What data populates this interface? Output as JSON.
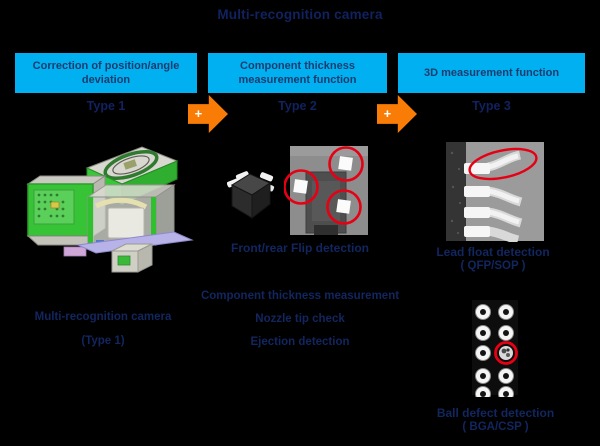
{
  "title": "Multi-recognition camera",
  "colors": {
    "background": "#000000",
    "header_box_fill": "#00b0f0",
    "header_box_text": "#1b3c6e",
    "navy_text": "#10225f",
    "arrow_orange": "#f97c06",
    "highlight_red": "#e60014"
  },
  "headers": {
    "col1": "Correction of position/angle deviation",
    "col2": "Component thickness measurement function",
    "col3": "3D measurement function"
  },
  "type_labels": {
    "col1": "Type 1",
    "col2": "Type 2",
    "col3": "Type 3"
  },
  "arrow_plus": "+",
  "col1": {
    "caption_line1": "Multi-recognition camera",
    "caption_line2": "(Type 1)"
  },
  "col2": {
    "image_caption": "Front/rear Flip detection",
    "features": [
      "Component thickness measurement",
      "Nozzle tip check",
      "Ejection detection"
    ]
  },
  "col3": {
    "lead_caption": "Lead float detection",
    "lead_sub": "( QFP/SOP )",
    "ball_caption": "Ball defect detection",
    "ball_sub": "( BGA/CSP )"
  },
  "images": {
    "cad": "multi-recognition-camera-3d-cad-model",
    "component": "chip-component-3d-render",
    "flip_photo": "flip-detection-inspection-photo",
    "lead_photo": "lead-float-inspection-photo",
    "bga_photo": "bga-ball-inspection-photo"
  }
}
